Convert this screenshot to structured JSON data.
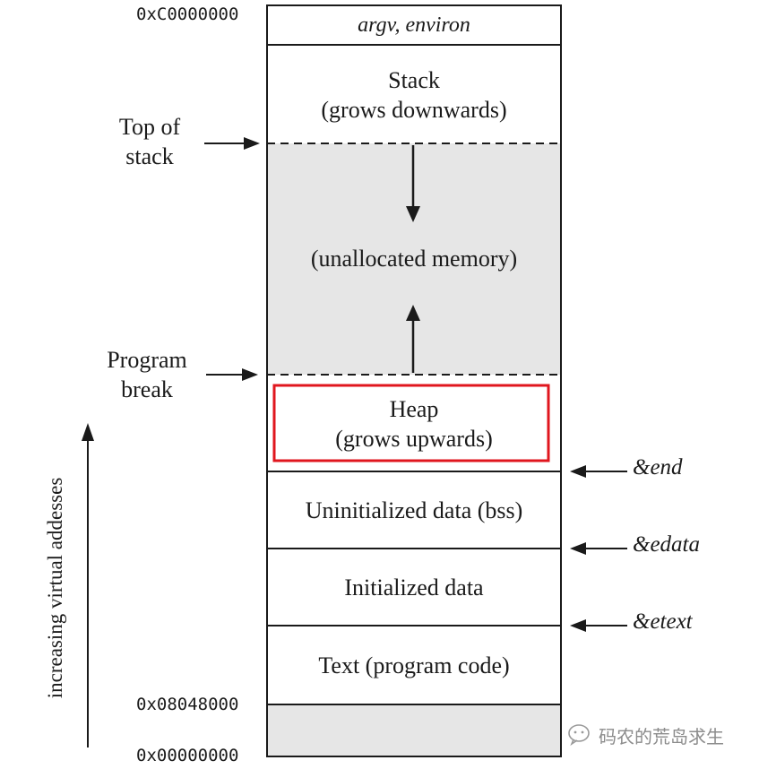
{
  "addresses": {
    "top": "0xC0000000",
    "text_start": "0x08048000",
    "bottom": "0x00000000"
  },
  "segments": {
    "argv": "argv, environ",
    "stack": [
      "Stack",
      "(grows downwards)"
    ],
    "unallocated": "(unallocated memory)",
    "heap": [
      "Heap",
      "(grows upwards)"
    ],
    "bss": "Uninitialized data (bss)",
    "data": "Initialized data",
    "text": "Text (program code)"
  },
  "left_labels": {
    "top_of_stack": [
      "Top of",
      "stack"
    ],
    "program_break": [
      "Program",
      "break"
    ]
  },
  "pointers": {
    "end": "&end",
    "edata": "&edata",
    "etext": "&etext"
  },
  "axis_label": "increasing virtual addesses",
  "watermark": "码农的荒岛求生",
  "colors": {
    "line": "#1a1a1a",
    "unallocated_fill": "#e6e6e6",
    "highlight": "#e0161e"
  }
}
